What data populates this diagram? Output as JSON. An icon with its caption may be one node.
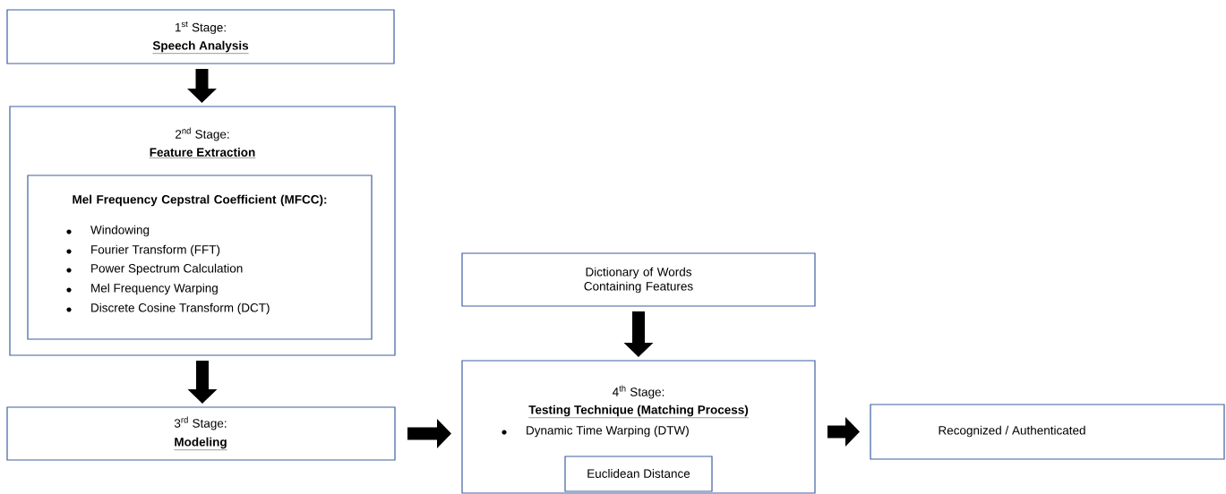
{
  "diagram": {
    "nodes": [
      {
        "text": [
          "1$^{st}$ Stage:",
          "Speech Analysis"
        ]
      },
      {
        "text": [
          "2$^{nd}$ Stage:",
          "Feature Extraction"
        ]
      },
      {
        "text": [
          "Mel Frequency Cepstral Coefficient (MFCC):",
          "Windowing",
          "Fourier Transform (FFT)",
          "Power Spectrum Calculation",
          "Mel Frequency Warping",
          "Discrete Cosine Transform (DCT)"
        ],
        "in": 1
      },
      {
        "text": [
          "3$^{rd}$ Stage:",
          "Modeling"
        ]
      },
      {
        "text": [
          "Dictionary of Words Containing Features"
        ]
      },
      {
        "text": [
          "4$^{th}$ Stage:",
          "Testing Technique (Matching Process)",
          "Dynamic Time Warping (DTW)"
        ]
      },
      {
        "text": [
          "Euclidean Distance"
        ],
        "in": 5
      },
      {
        "text": [
          "Recognized / Authenticated"
        ]
      }
    ],
    "edges": [
      {
        "from": 0,
        "to": 1,
        "arrow": "to"
      },
      {
        "from": 1,
        "to": 3,
        "arrow": "to"
      },
      {
        "from": 4,
        "to": 5,
        "arrow": "to"
      },
      {
        "from": 3,
        "to": 5,
        "arrow": "to"
      },
      {
        "from": 5,
        "to": 7,
        "arrow": "to"
      }
    ]
  }
}
